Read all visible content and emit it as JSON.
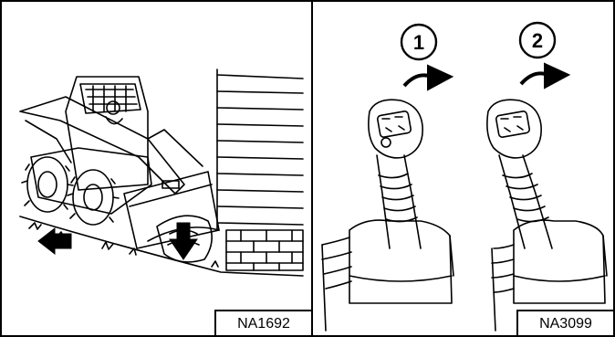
{
  "left_figure": {
    "label": "NA1692"
  },
  "right_figure": {
    "label": "NA3099",
    "callouts": [
      "1",
      "2"
    ]
  }
}
